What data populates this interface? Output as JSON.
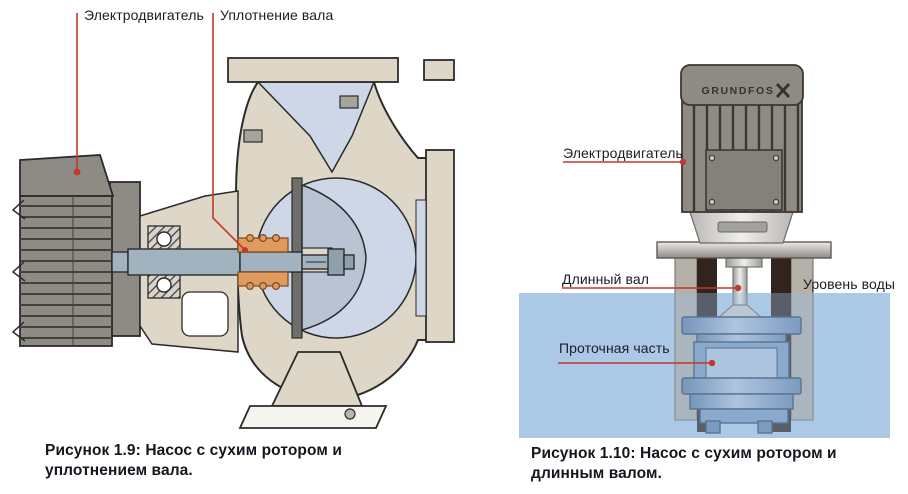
{
  "figure_left": {
    "labels": {
      "motor": "Электродвигатель",
      "seal": "Уплотнение вала"
    },
    "caption": "Рисунок 1.9: Насос с сухим ротором и уплотнением вала."
  },
  "figure_right": {
    "brand": "GRUNDFOS",
    "labels": {
      "motor": "Электродвигатель",
      "shaft": "Длинный вал",
      "water_level": "Уровень воды",
      "hydraulics": "Проточная часть"
    },
    "caption": "Рисунок 1.10: Насос с сухим ротором и длинным валом."
  },
  "colors": {
    "leader_red": "#c0392b",
    "water_blue": "#b7cfeb",
    "casing_beige": "#ded7c8",
    "passage_blue": "#cdd7e8",
    "seal_orange": "#e09a5e",
    "motor_gray": "#8e8b85",
    "pump_steel_blue": "#7f9dc1",
    "caption_text": "#15151d"
  }
}
